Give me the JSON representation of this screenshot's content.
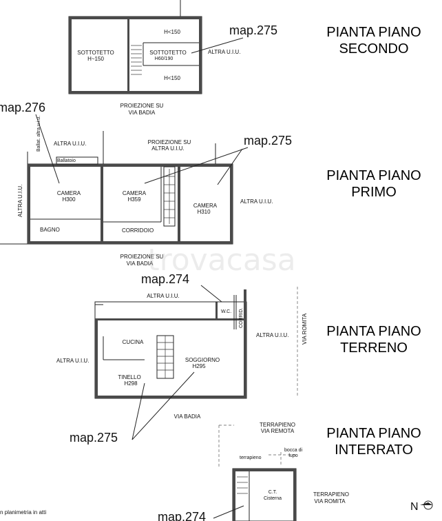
{
  "titles": {
    "secondo_l1": "PIANTA PIANO",
    "secondo_l2": "SECONDO",
    "primo_l1": "PIANTA PIANO",
    "primo_l2": "PRIMO",
    "terreno_l1": "PIANTA PIANO",
    "terreno_l2": "TERRENO",
    "interrato_l1": "PIANTA PIANO",
    "interrato_l2": "INTERRATO"
  },
  "map_labels": {
    "secondo": "map.275",
    "primo_left": "map.276",
    "primo_right": "map.275",
    "terreno_top": "map.274",
    "terreno_bottom": "map.275",
    "interrato": "map.274"
  },
  "secondo": {
    "sottotetto_a": "SOTTOTETTO",
    "sottotetto_a_h": "H~150",
    "sottotetto_b": "SOTTOTETTO",
    "sottotetto_b_h": "H60/190",
    "h_top": "H<150",
    "h_bottom": "H<150",
    "altra": "ALTRA U.I.U.",
    "proiezione": "PROIEZIONE SU",
    "via": "VIA BADIA"
  },
  "primo": {
    "ballat_vert": "Ballat. altra u.i.u.",
    "altra_top": "ALTRA U.I.U.",
    "proiezione_top": "PROIEZIONE SU",
    "altra_top2": "ALTRA U.I.U.",
    "ballatoio": "Ballatoio",
    "altra_left": "ALTRA U.I.U.",
    "camera1": "CAMERA",
    "camera1_h": "H300",
    "camera2": "CAMERA",
    "camera2_h": "H359",
    "camera3": "CAMERA",
    "camera3_h": "H310",
    "altra_right": "ALTRA U.I.U.",
    "bagno": "BAGNO",
    "corridoio": "CORRIDOIO",
    "proiezione_bottom": "PROIEZIONE SU",
    "via": "VIA BADIA"
  },
  "terreno": {
    "altra_top": "ALTRA U.I.U.",
    "wc": "W.C.",
    "corrid": "CORRID.",
    "altra_right": "ALTRA U.I.U.",
    "via_romita_vert": "VIA ROMITA",
    "cucina": "CUCINA",
    "altra_left": "ALTRA U.I.U.",
    "soggiorno": "SOGGIORNO",
    "soggiorno_h": "H295",
    "tinello": "TINELLO",
    "tinello_h": "H298",
    "via": "VIA BADIA"
  },
  "interrato": {
    "terrapieno_top": "TERRAPIENO",
    "via_remota": "VIA REMOTA",
    "terrapieno_left": "terrapieno",
    "bocca": "bocca di",
    "lupo": "lupo",
    "ct": "C.T.",
    "cisterna": "Cisterna",
    "terrapieno_right": "TERRAPIENO",
    "via_romita": "VIA ROMITA"
  },
  "footnote": "n planimetria in atti",
  "north_label": "N",
  "watermark": "trovacasa"
}
